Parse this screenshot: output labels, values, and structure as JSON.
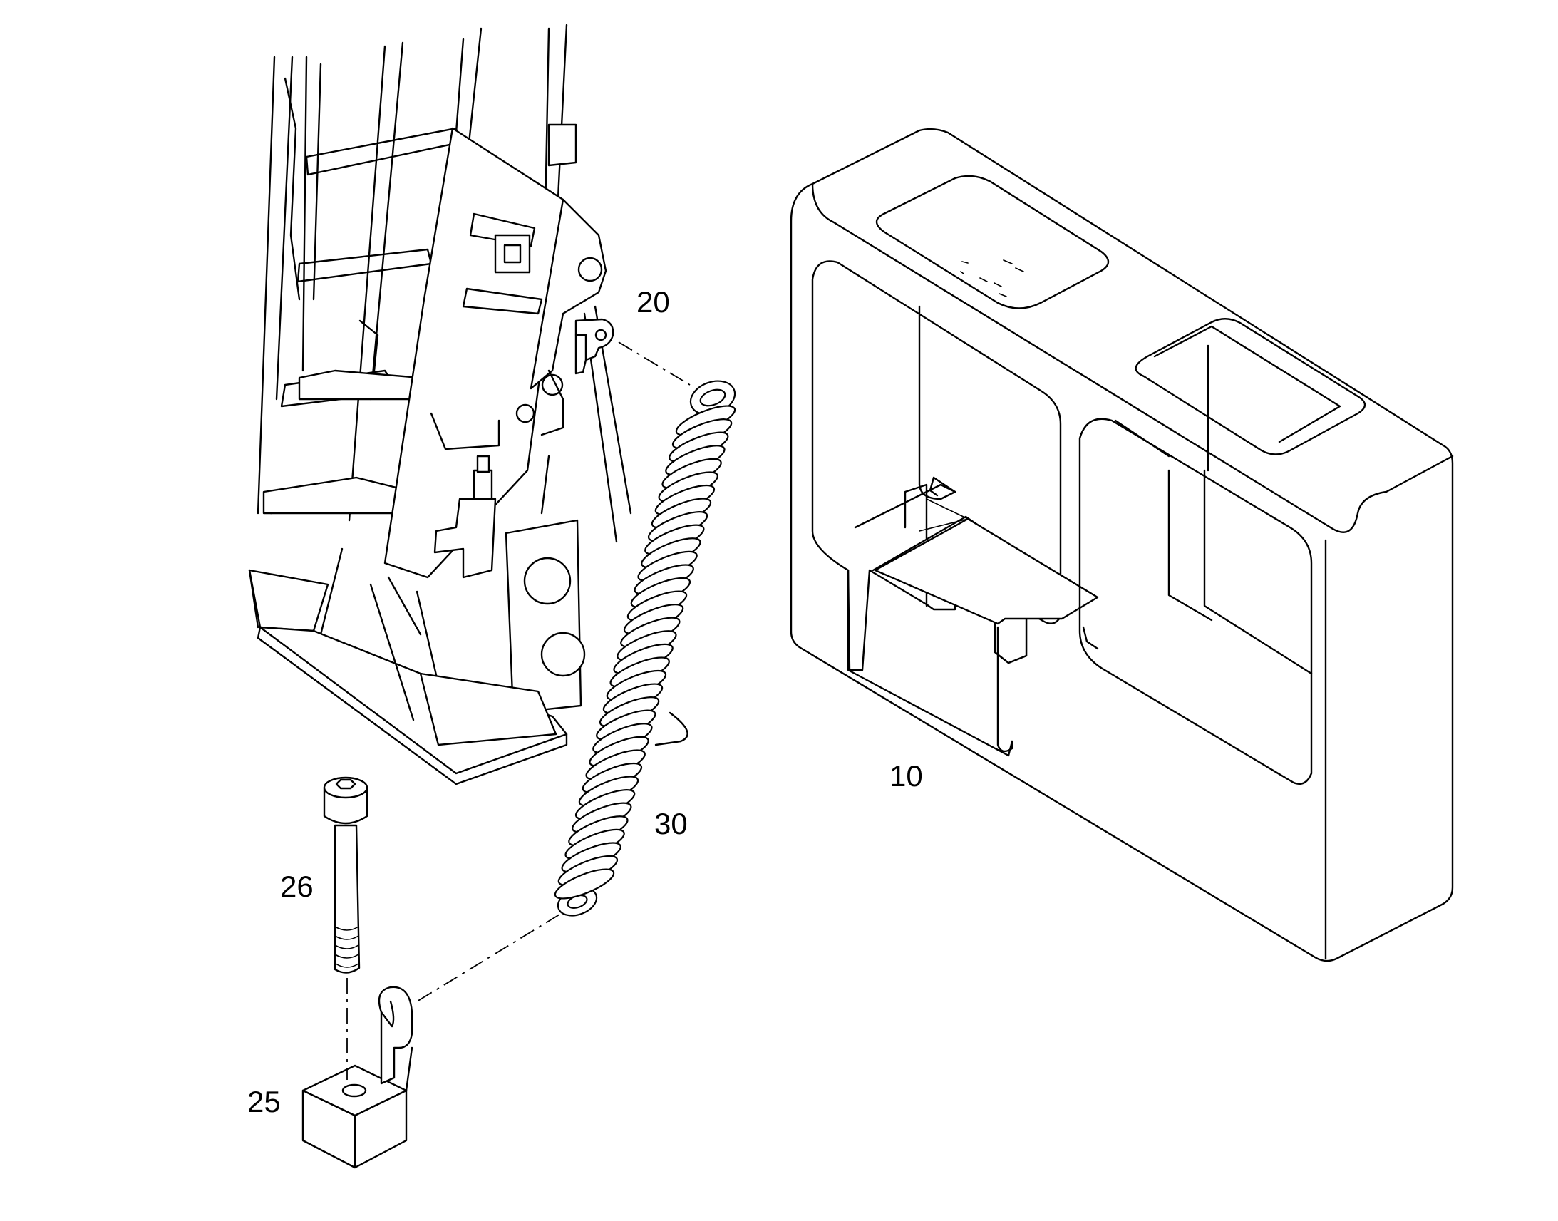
{
  "callouts": {
    "item_10": "10",
    "item_20": "20",
    "item_25": "25",
    "item_26": "26",
    "item_30": "30"
  },
  "colors": {
    "line": "#000000",
    "background": "#ffffff"
  }
}
